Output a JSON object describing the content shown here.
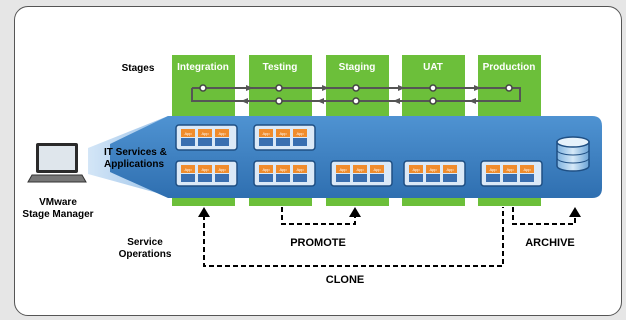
{
  "labels": {
    "stages": "Stages",
    "it_services": "IT Services &",
    "applications": "Applications",
    "service": "Service",
    "operations": "Operations",
    "vmware": "VMware",
    "stage_manager": "Stage Manager",
    "promote": "PROMOTE",
    "archive": "ARCHIVE",
    "clone": "CLONE"
  },
  "stages": [
    {
      "name": "Integration"
    },
    {
      "name": "Testing"
    },
    {
      "name": "Staging"
    },
    {
      "name": "UAT"
    },
    {
      "name": "Production"
    }
  ],
  "app_chip_text": "App",
  "colors": {
    "stage_green": "#6cbf3a",
    "band_blue": "#3f82c4",
    "chip_orange": "#f08c2c",
    "chip_blue": "#3a6fb0",
    "frame": "#555555"
  },
  "icons": [
    "laptop-icon",
    "database-icon"
  ]
}
